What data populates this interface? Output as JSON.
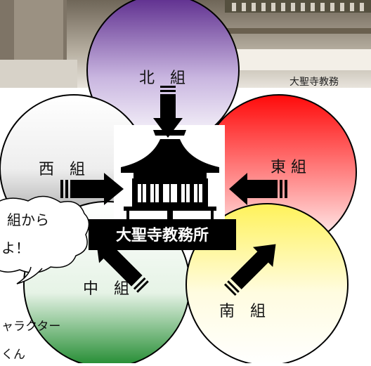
{
  "photo_caption": "大聖寺教務",
  "groups": {
    "north": "北　組",
    "west": "西　組",
    "east": "東 組",
    "center": "中　組",
    "south": "南　組"
  },
  "center_label": "大聖寺教務所",
  "speech_bubble": {
    "line1": "組から",
    "line2": "よ！"
  },
  "character_caption": {
    "line1": "ャラクター",
    "line2": "くん"
  },
  "colors": {
    "north": "#5b2a8c",
    "west": "#9a9a9a",
    "east": "#ff1010",
    "center": "#1f8a2e",
    "south": "#f2e400",
    "label_bg": "#000000",
    "label_fg": "#ffffff"
  },
  "icons": [
    "temple-icon",
    "arrow-icon"
  ]
}
